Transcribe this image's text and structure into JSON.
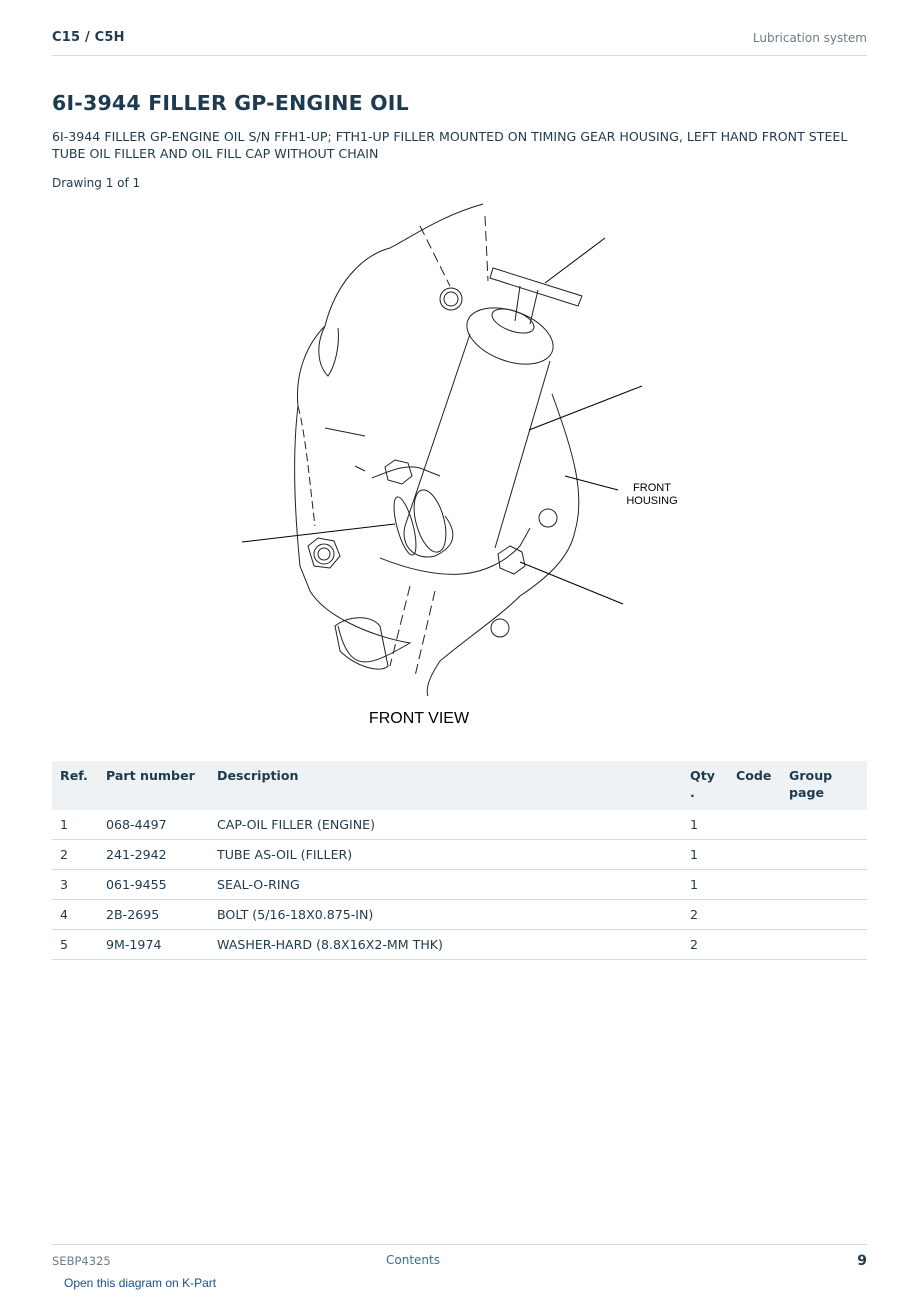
{
  "header": {
    "model": "C15  /  C5H",
    "section": "Lubrication system"
  },
  "title": "6I-3944 FILLER GP-ENGINE OIL",
  "description": "6I-3944 FILLER GP-ENGINE OIL S/N FFH1-UP; FTH1-UP FILLER MOUNTED ON TIMING GEAR HOUSING, LEFT HAND FRONT STEEL TUBE OIL FILLER AND OIL FILL CAP WITHOUT CHAIN",
  "drawing_label": "Drawing 1 of 1",
  "diagram": {
    "callout_line1": "FRONT",
    "callout_line2": "HOUSING",
    "caption": "FRONT VIEW"
  },
  "table": {
    "headers": {
      "ref": "Ref.",
      "part_number": "Part number",
      "description": "Description",
      "qty_line1": "Qty",
      "qty_line2": ".",
      "code": "Code",
      "group_line1": "Group",
      "group_line2": "page"
    },
    "rows": [
      {
        "ref": "1",
        "part_number": "068-4497",
        "description": "CAP-OIL FILLER (ENGINE)",
        "qty": "1",
        "code": "",
        "group_page": ""
      },
      {
        "ref": "2",
        "part_number": "241-2942",
        "description": "TUBE AS-OIL (FILLER)",
        "qty": "1",
        "code": "",
        "group_page": ""
      },
      {
        "ref": "3",
        "part_number": "061-9455",
        "description": "SEAL-O-RING",
        "qty": "1",
        "code": "",
        "group_page": ""
      },
      {
        "ref": "4",
        "part_number": "2B-2695",
        "description": "BOLT (5/16-18X0.875-IN)",
        "qty": "2",
        "code": "",
        "group_page": ""
      },
      {
        "ref": "5",
        "part_number": "9M-1974",
        "description": "WASHER-HARD (8.8X16X2-MM THK)",
        "qty": "2",
        "code": "",
        "group_page": ""
      }
    ]
  },
  "footer": {
    "doc_id": "SEBP4325",
    "contents_link": "Contents",
    "page_number": "9"
  },
  "kpart_link": "Open this diagram on K-Part"
}
